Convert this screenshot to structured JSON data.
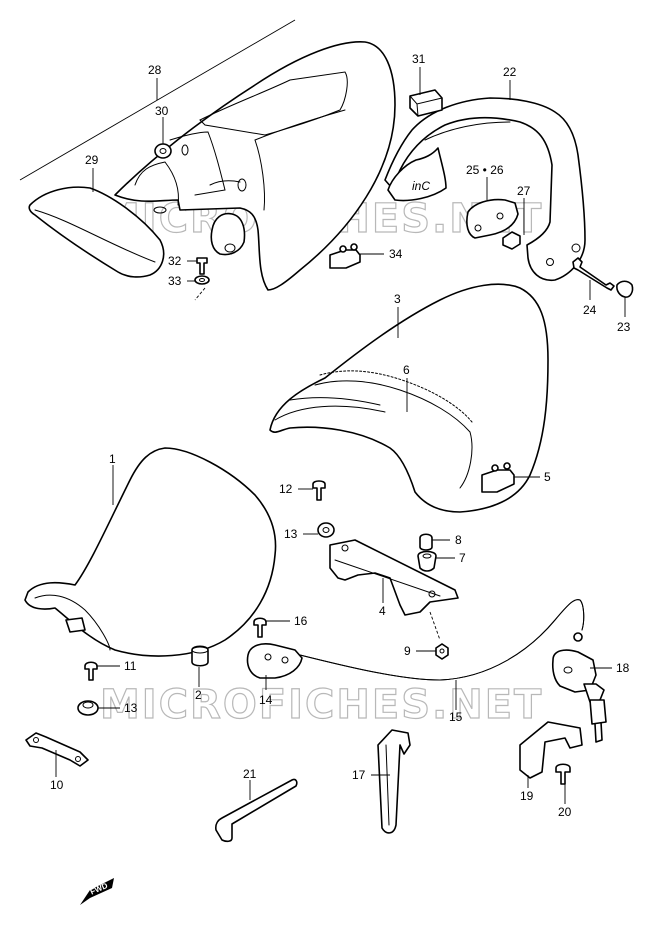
{
  "watermark": "MICROFICHES.NET",
  "fwd_label": "FWD",
  "labels": {
    "p1": "1",
    "p2": "2",
    "p3": "3",
    "p4": "4",
    "p5": "5",
    "p6": "6",
    "p7": "7",
    "p8": "8",
    "p9": "9",
    "p10": "10",
    "p11": "11",
    "p12": "12",
    "p13a": "13",
    "p13b": "13",
    "p14": "14",
    "p15": "15",
    "p16": "16",
    "p17": "17",
    "p18": "18",
    "p19": "19",
    "p20": "20",
    "p21": "21",
    "p22": "22",
    "p23": "23",
    "p24": "24",
    "p2526": "25 • 26",
    "p27": "27",
    "p28": "28",
    "p29": "29",
    "p30": "30",
    "p31": "31",
    "p32": "32",
    "p33": "33",
    "p34": "34"
  }
}
